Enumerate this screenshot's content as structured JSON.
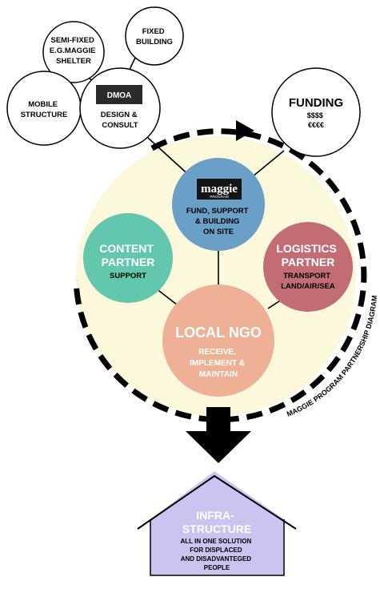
{
  "circles": {
    "semi_fixed": [
      "SEMI-FIXED",
      "E.G.MAGGIE",
      "SHELTER"
    ],
    "fixed_building": [
      "FIXED",
      "BUILDING"
    ],
    "mobile_structure": [
      "MOBILE",
      "STRUCTURE"
    ],
    "dmoa": {
      "logo": "DMOA",
      "lines": [
        "DESIGN &",
        "CONSULT"
      ]
    },
    "funding": {
      "title": "FUNDING",
      "lines": [
        "$$$$",
        "€€€€"
      ]
    },
    "maggie": {
      "logo": "maggie",
      "logo_sub": "PROGRAM",
      "lines": [
        "FUND, SUPPORT",
        "& BUILDING",
        "ON SITE"
      ]
    },
    "content_partner": {
      "title": [
        "CONTENT",
        "PARTNER"
      ],
      "sub": "SUPPORT"
    },
    "logistics_partner": {
      "title": [
        "LOGISTICS",
        "PARTNER"
      ],
      "sub": [
        "TRANSPORT",
        "LAND/AIR/SEA"
      ]
    },
    "local_ngo": {
      "title": "LOCAL NGO",
      "lines": [
        "RECEIVE,",
        "IMPLEMENT &",
        "MAINTAIN"
      ]
    }
  },
  "ring_label": "MAGGIE PROGRAM PARTNERSHIP DIAGRAM",
  "house": {
    "title": [
      "INFRA-",
      "STRUCTURE"
    ],
    "lines": [
      "ALL IN ONE SOLUTION",
      "FOR DISPLACED",
      "AND DISADVANTEGED",
      "PEOPLE"
    ]
  },
  "colors": {
    "big_circle": "#fbf8dc",
    "maggie": "#6a9fc8",
    "content_partner": "#62c7ad",
    "logistics_partner": "#c26d74",
    "local_ngo": "#efb195",
    "house": "#c9c4f0"
  }
}
